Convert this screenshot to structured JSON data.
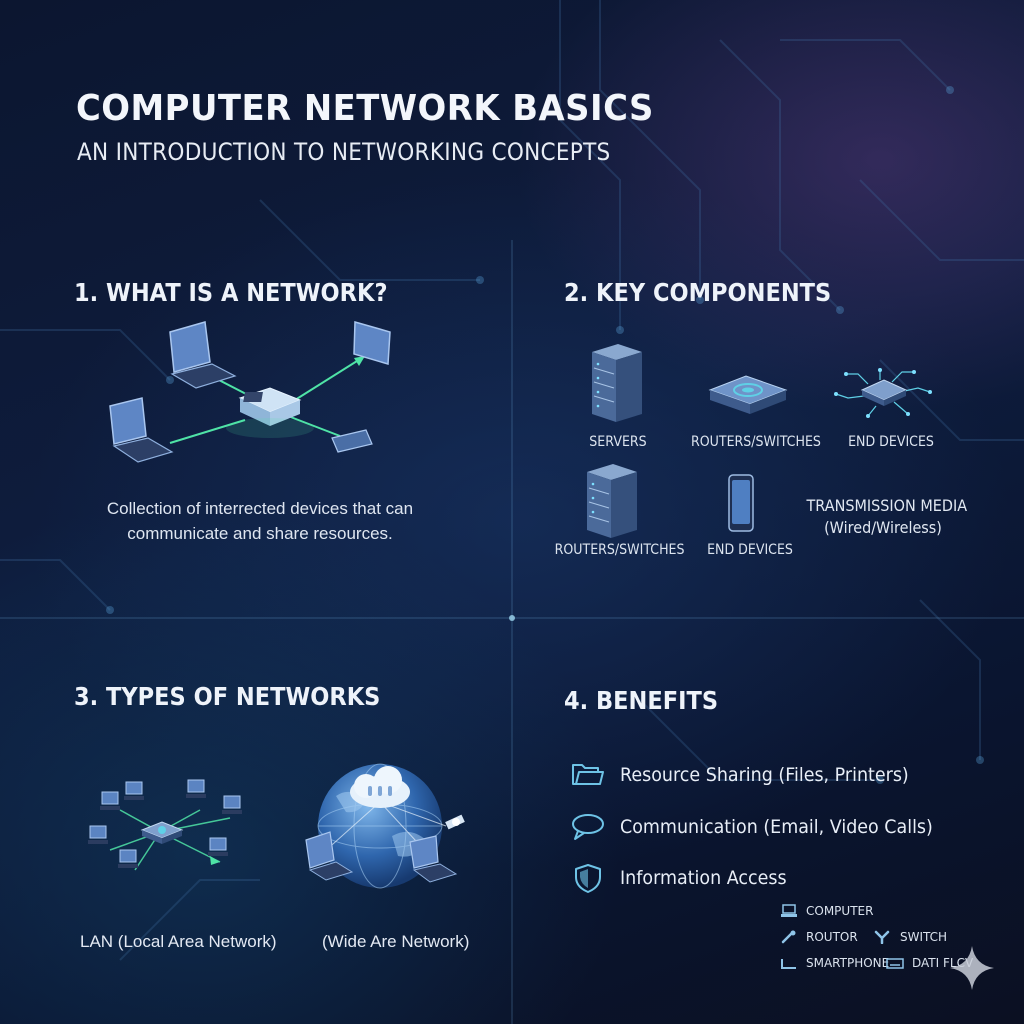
{
  "header": {
    "title": "COMPUTER NETWORK BASICS",
    "subtitle": "AN INTRODUCTION TO NETWORKING CONCEPTS"
  },
  "sections": {
    "network": {
      "title": "1. WHAT IS A NETWORK?",
      "description_line1": "Collection of interrected devices that can",
      "description_line2": "communicate and share resources."
    },
    "components": {
      "title": "2. KEY COMPONENTS",
      "items": [
        {
          "label": "SERVERS",
          "icon": "server-rack-icon"
        },
        {
          "label": "ROUTERS/SWITCHES",
          "icon": "router-icon"
        },
        {
          "label": "END DEVICES",
          "icon": "chip-icon"
        },
        {
          "label": "ROUTERS/SWITCHES",
          "icon": "server-rack-icon"
        },
        {
          "label": "END DEVICES",
          "icon": "smartphone-icon"
        }
      ],
      "media_line1": "TRANSMISSION MEDIA",
      "media_line2": "(Wired/Wireless)"
    },
    "types": {
      "title": "3. TYPES OF NETWORKS",
      "lan_label": "LAN (Local Area Network)",
      "wan_label": "(Wide Are Network)"
    },
    "benefits": {
      "title": "4. BENEFITS",
      "items": [
        {
          "label": "Resource Sharing (Files, Printers)",
          "icon": "folder-icon"
        },
        {
          "label": "Communication (Email, Video Calls)",
          "icon": "chat-bubble-icon"
        },
        {
          "label": "Information Access",
          "icon": "shield-icon"
        }
      ]
    }
  },
  "legend": {
    "computer": "COMPUTER",
    "router": "ROUTOR",
    "switch": "SWITCH",
    "smartphone": "SMARTPHONE",
    "data_flow": "DATI FLCV"
  },
  "colors": {
    "accent_cyan": "#5fd0e6",
    "accent_green": "#4fe3a6",
    "background": "#0e1d3e"
  }
}
